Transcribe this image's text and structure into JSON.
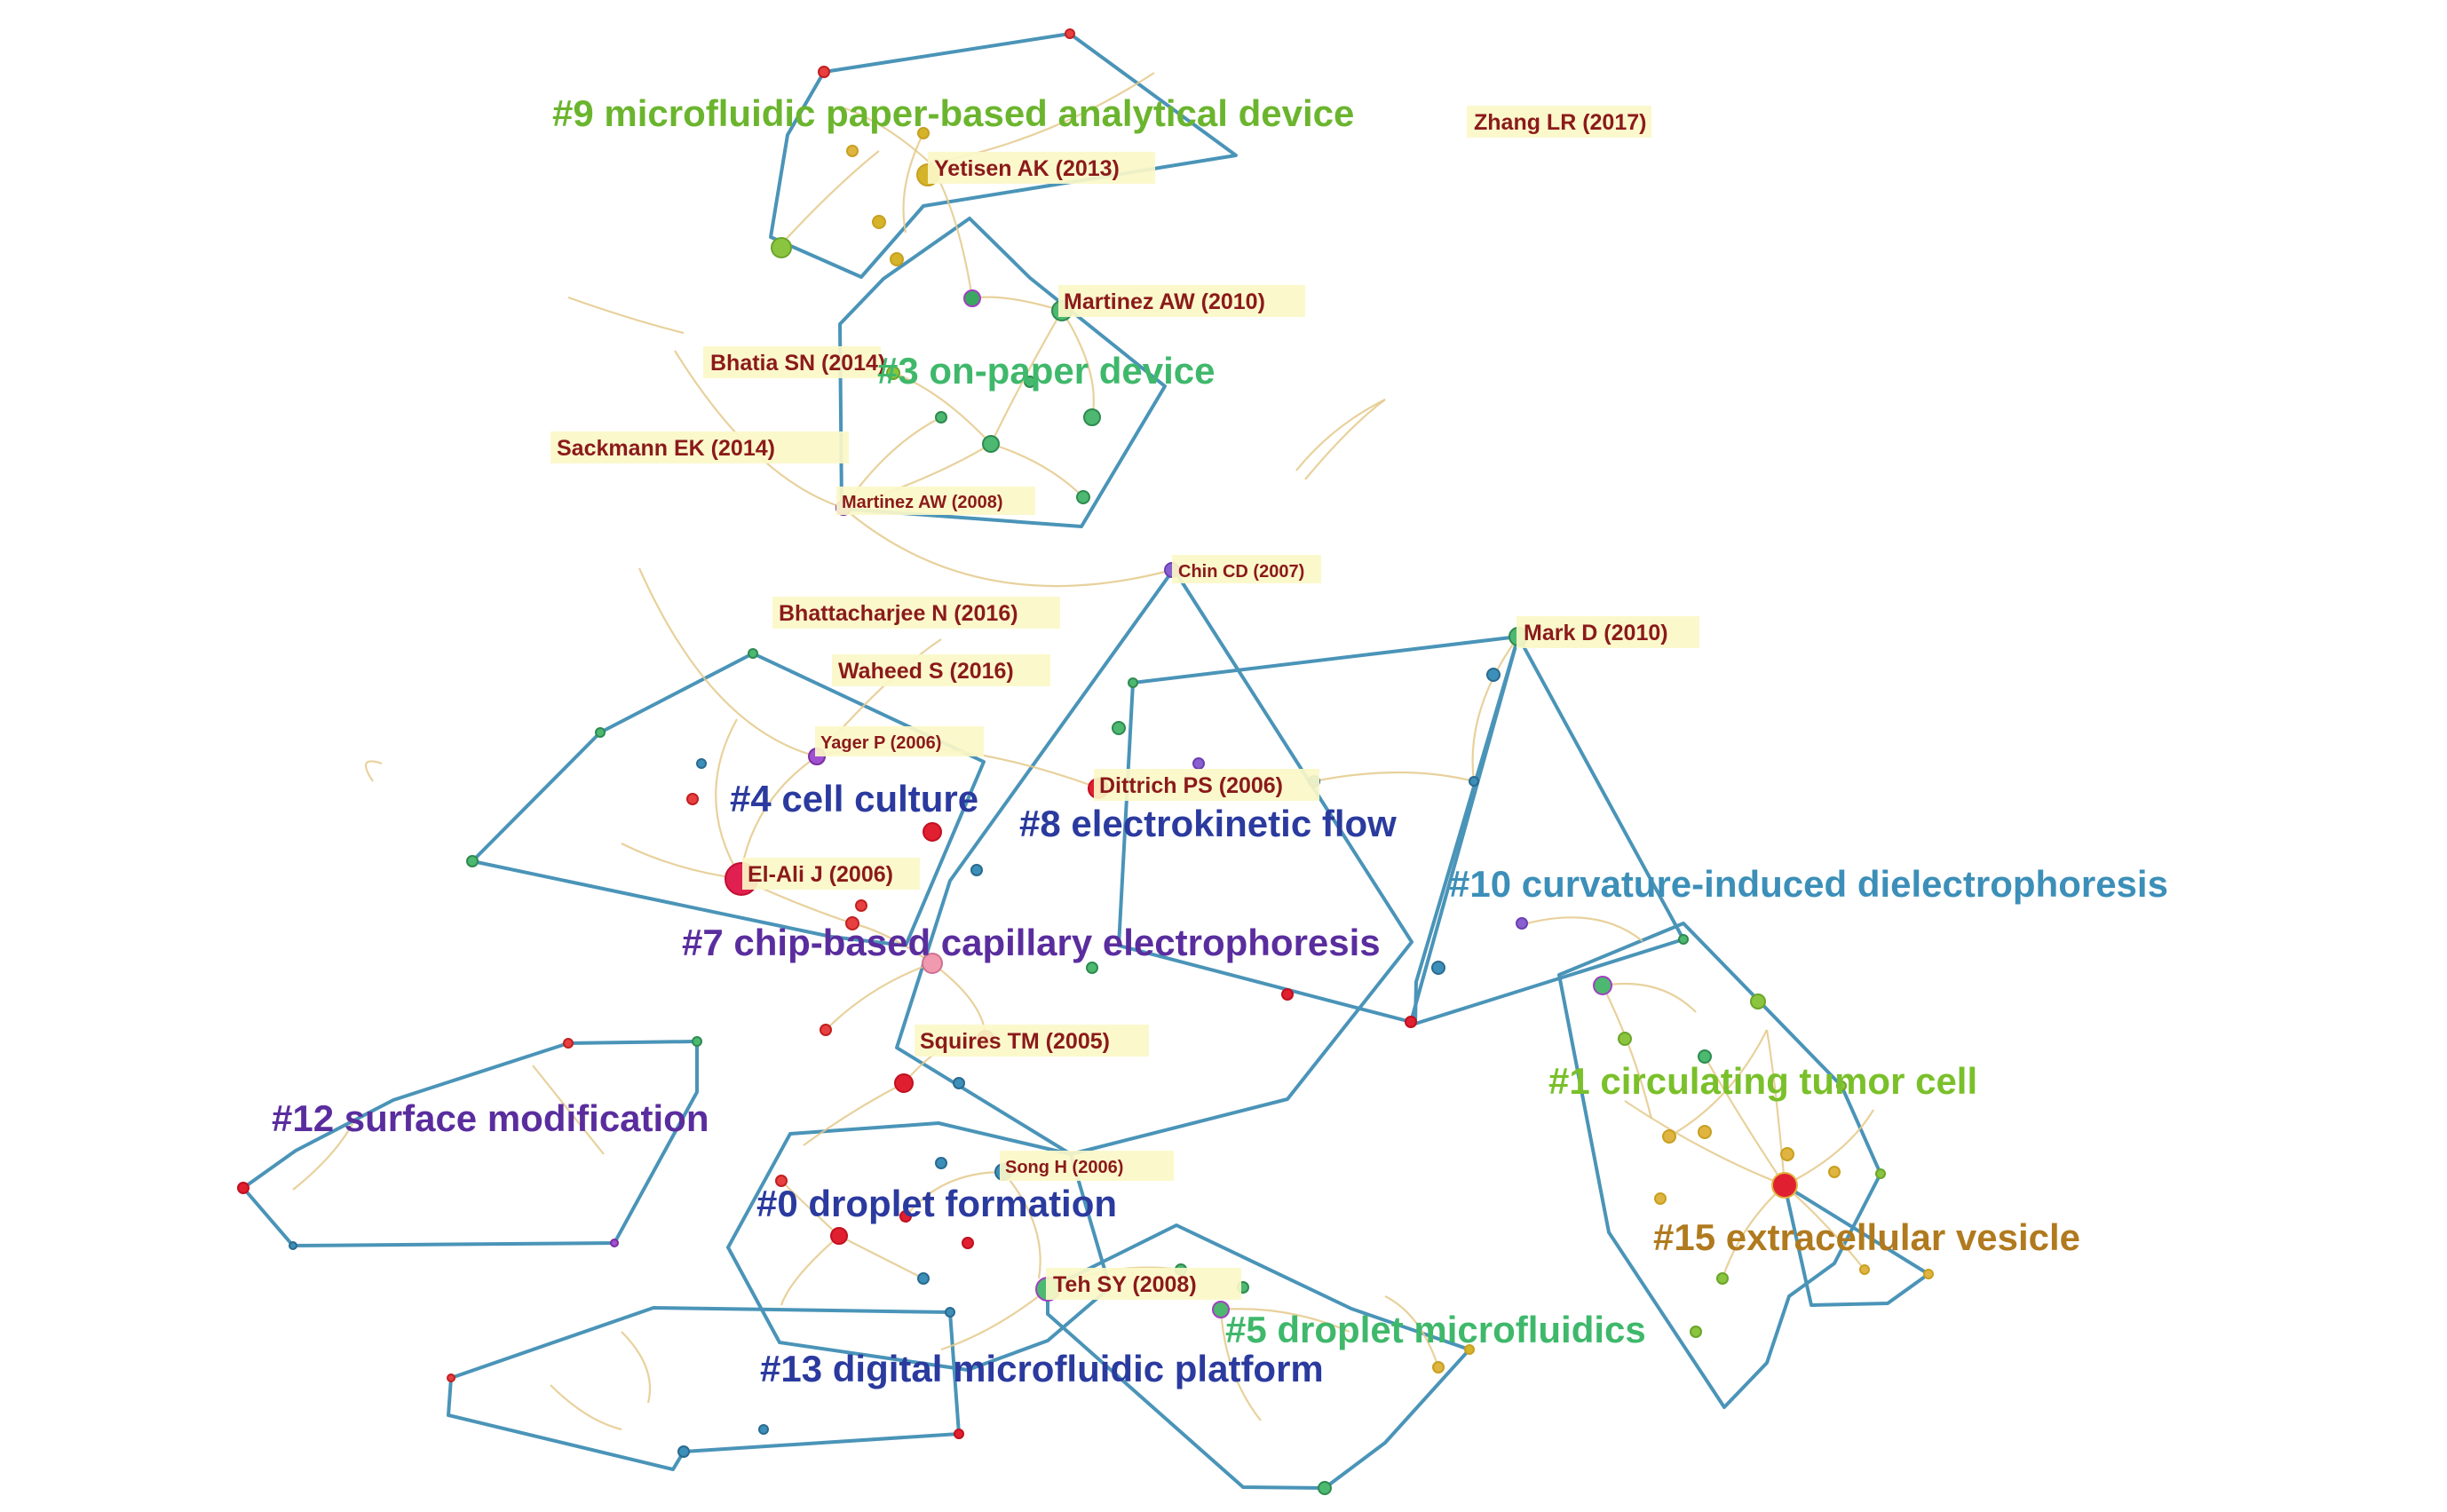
{
  "colors": {
    "hull": "#4a94b8",
    "edge": "#e4c98b",
    "ref_text": "#8b1a1a",
    "ref_bg": "#fbf7c8"
  },
  "clusters": [
    {
      "id": "c9",
      "label": "#9 microfluidic paper-based analytical device",
      "color": "#6bb52e"
    },
    {
      "id": "c3",
      "label": "#3 on-paper device",
      "color": "#3fb86b"
    },
    {
      "id": "c4",
      "label": "#4 cell culture",
      "color": "#2b3a9e"
    },
    {
      "id": "c8",
      "label": "#8 electrokinetic flow",
      "color": "#2b3a9e"
    },
    {
      "id": "c10",
      "label": "#10 curvature-induced dielectrophoresis",
      "color": "#3c8fb8"
    },
    {
      "id": "c7",
      "label": "#7 chip-based capillary electrophoresis",
      "color": "#5a2d9e"
    },
    {
      "id": "c1",
      "label": "#1 circulating tumor cell",
      "color": "#7ac02a"
    },
    {
      "id": "c12",
      "label": "#12 surface modification",
      "color": "#5a2d9e"
    },
    {
      "id": "c0",
      "label": "#0 droplet formation",
      "color": "#2b3a9e"
    },
    {
      "id": "c15",
      "label": "#15 extracellular vesicle",
      "color": "#b07a1e"
    },
    {
      "id": "c5",
      "label": "#5 droplet microfluidics",
      "color": "#3fb86b"
    },
    {
      "id": "c13",
      "label": "#13 digital microfluidic platform",
      "color": "#2b3a9e"
    }
  ],
  "references": [
    {
      "id": "r1",
      "label": "Yetisen AK (2013)"
    },
    {
      "id": "r2",
      "label": "Zhang LR (2017)"
    },
    {
      "id": "r3",
      "label": "Martinez AW (2010)"
    },
    {
      "id": "r4",
      "label": "Bhatia SN (2014)"
    },
    {
      "id": "r5",
      "label": "Sackmann EK (2014)"
    },
    {
      "id": "r6",
      "label": "Martinez AW (2008)"
    },
    {
      "id": "r7",
      "label": "Chin CD (2007)"
    },
    {
      "id": "r8",
      "label": "Bhattacharjee N (2016)"
    },
    {
      "id": "r9",
      "label": "Mark D (2010)"
    },
    {
      "id": "r10",
      "label": "Waheed S (2016)"
    },
    {
      "id": "r11",
      "label": "Yager P (2006)"
    },
    {
      "id": "r12",
      "label": "Dittrich PS (2006)"
    },
    {
      "id": "r13",
      "label": "El-Ali J (2006)"
    },
    {
      "id": "r14",
      "label": "Squires TM (2005)"
    },
    {
      "id": "r15",
      "label": "Song H (2006)"
    },
    {
      "id": "r16",
      "label": "Teh SY (2008)"
    }
  ]
}
